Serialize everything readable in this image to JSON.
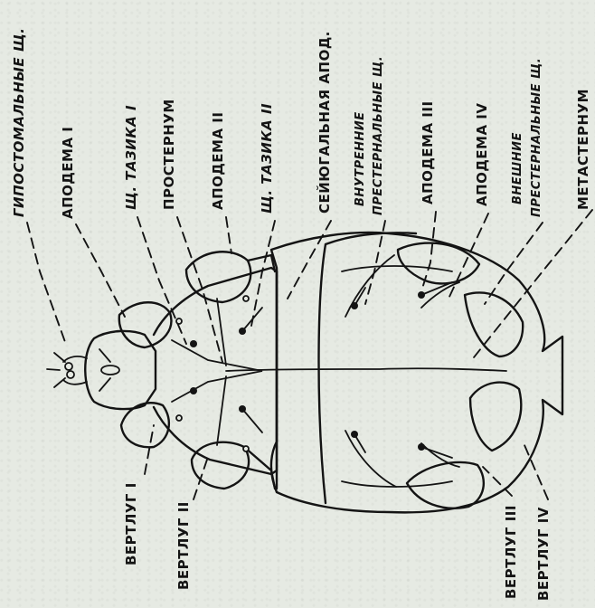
{
  "figure": {
    "labels": {
      "top": [
        {
          "id": "gipostomalnye",
          "text": "ГИПОСТОМАЛЬНЫЕ Щ."
        },
        {
          "id": "apodema1",
          "text": "АПОДЕМА I"
        },
        {
          "id": "shch_tazika1",
          "text": "Щ. ТАЗИКА I"
        },
        {
          "id": "prosternum",
          "text": "ПРОСТЕРНУМ"
        },
        {
          "id": "apodema2",
          "text": "АПОДЕМА II"
        },
        {
          "id": "shch_tazika2",
          "text": "Щ. ТАЗИКА II"
        },
        {
          "id": "seyugalnaya",
          "text": "СЕЙЮГАЛЬНАЯ АПОД."
        },
        {
          "id": "vnutrennie_1",
          "text": "ВНУТРЕННИЕ"
        },
        {
          "id": "vnutrennie_2",
          "text": "ПРЕСТЕРНАЛЬНЫЕ Щ."
        },
        {
          "id": "apodema3",
          "text": "АПОДЕМА III"
        },
        {
          "id": "apodema4",
          "text": "АПОДЕМА IV"
        },
        {
          "id": "vneshnie_1",
          "text": "ВНЕШНИЕ"
        },
        {
          "id": "vneshnie_2",
          "text": "ПРЕСТЕРНАЛЬНЫЕ Щ."
        },
        {
          "id": "metasternum",
          "text": "МЕТАСТЕРНУМ"
        }
      ],
      "bottom": [
        {
          "id": "vertlug1",
          "text": "ВЕРТЛУГ I"
        },
        {
          "id": "vertlug2",
          "text": "ВЕРТЛУГ II"
        },
        {
          "id": "vertlug3",
          "text": "ВЕРТЛУГ III"
        },
        {
          "id": "vertlug4",
          "text": "ВЕРТЛУГ IV"
        }
      ]
    }
  }
}
